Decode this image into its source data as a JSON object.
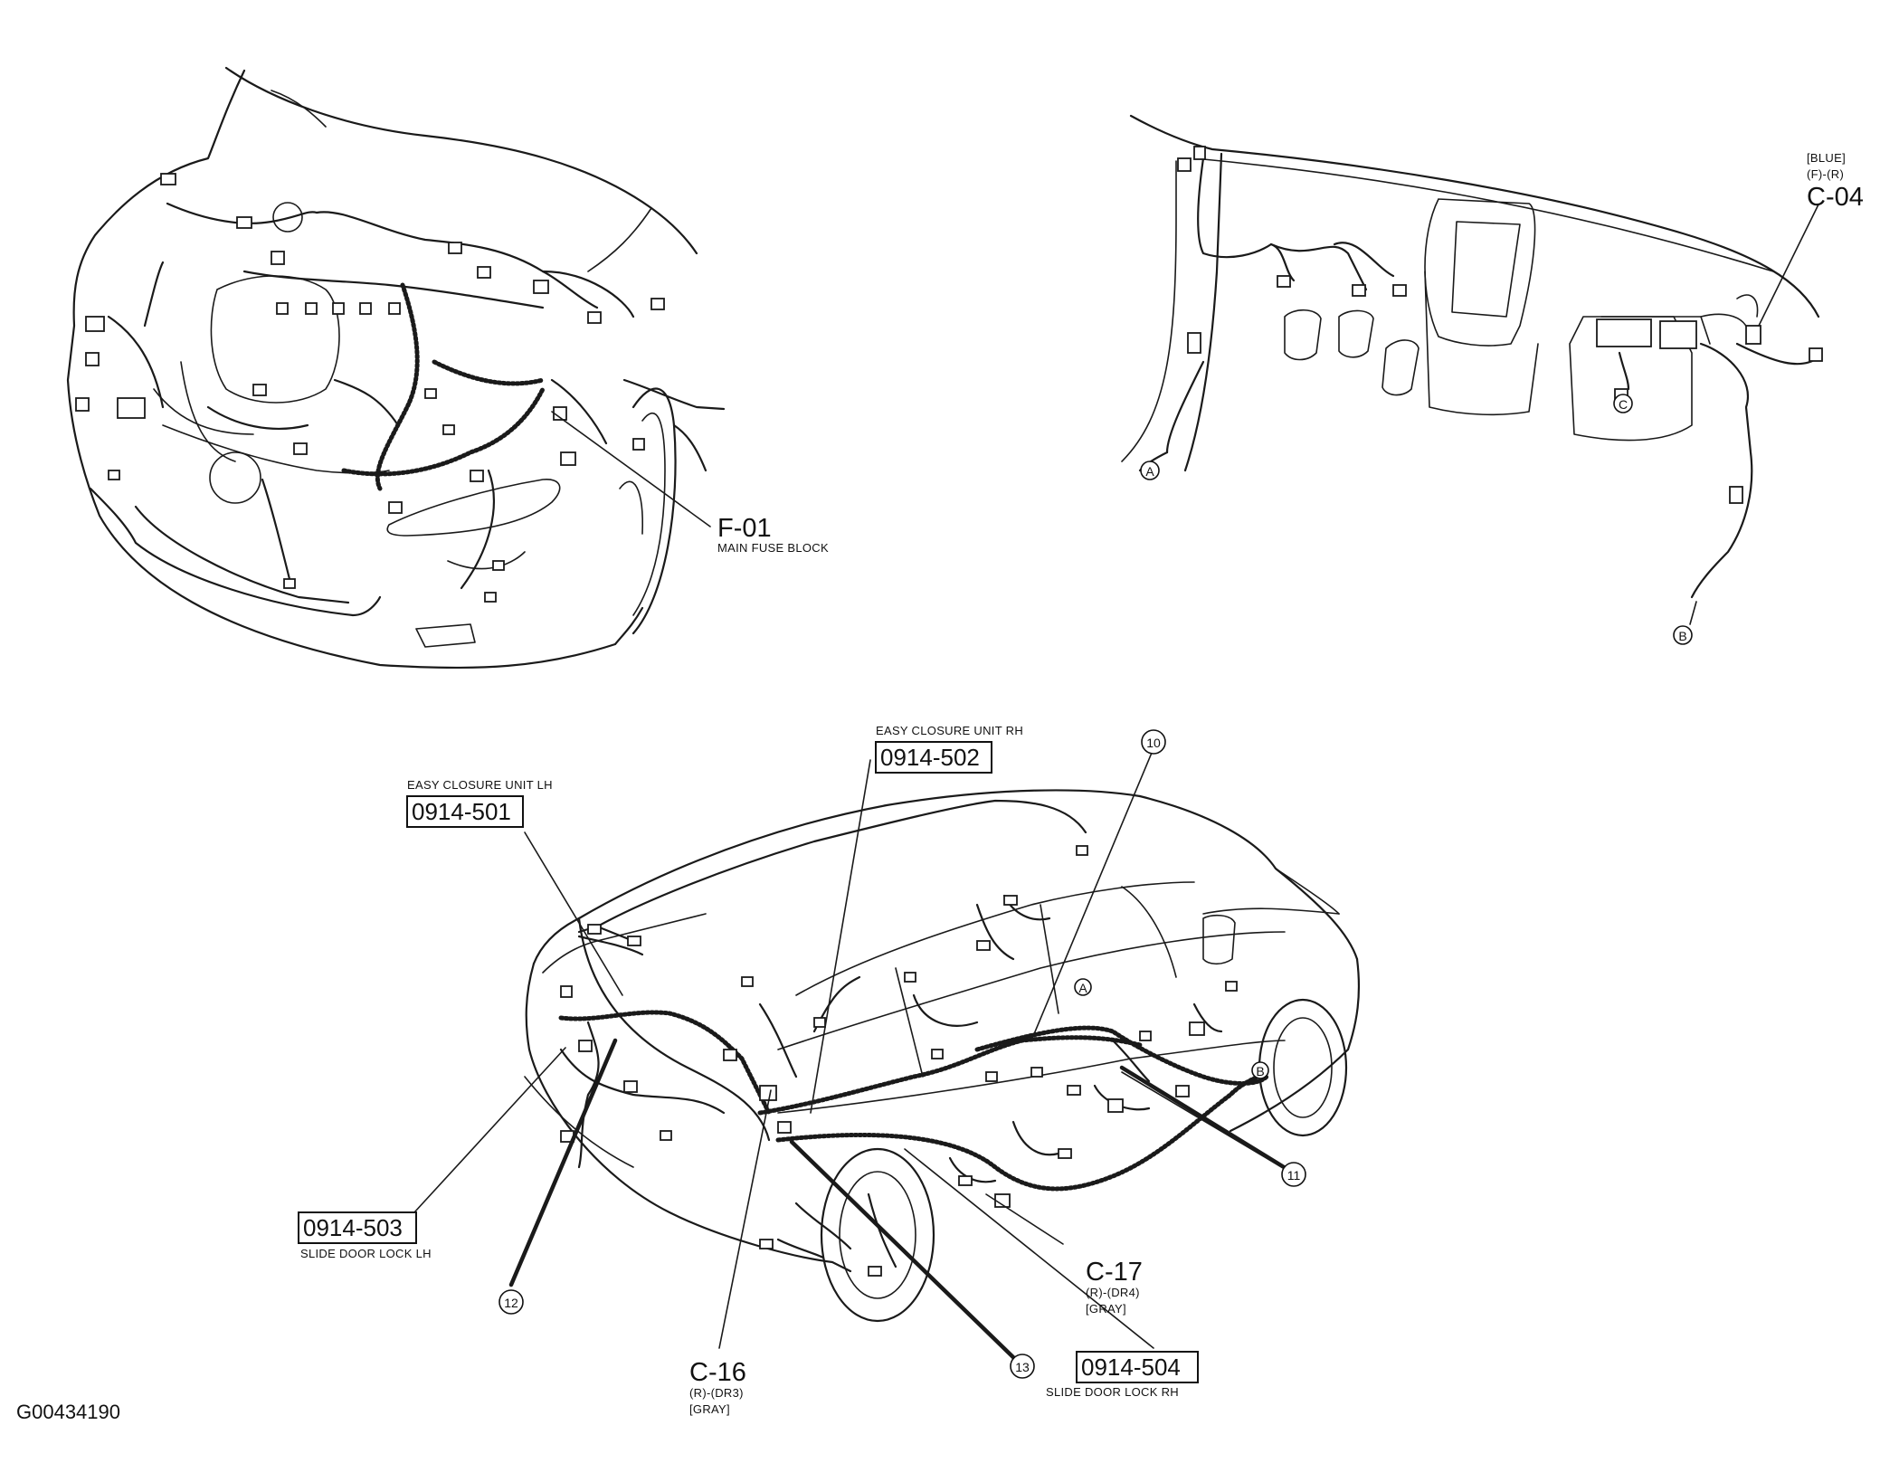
{
  "labels": {
    "f01": {
      "code": "F-01",
      "desc": "MAIN FUSE BLOCK"
    },
    "c04": {
      "color": "[BLUE]",
      "route": "(F)-(R)",
      "code": "C-04"
    },
    "ecu_rh": {
      "desc": "EASY CLOSURE UNIT RH",
      "code": "0914-502"
    },
    "ecu_lh": {
      "desc": "EASY CLOSURE UNIT LH",
      "code": "0914-501"
    },
    "sdl_lh": {
      "code": "0914-503",
      "desc": "SLIDE DOOR LOCK LH"
    },
    "sdl_rh": {
      "code": "0914-504",
      "desc": "SLIDE DOOR LOCK RH"
    },
    "c16": {
      "code": "C-16",
      "route": "(R)-(DR3)",
      "color": "[GRAY]"
    },
    "c17": {
      "code": "C-17",
      "route": "(R)-(DR4)",
      "color": "[GRAY]"
    }
  },
  "callouts": {
    "n10": "10",
    "n11": "11",
    "n12": "12",
    "n13": "13",
    "a_top": "A",
    "b_top": "B",
    "c_top": "C",
    "a_car": "A",
    "b_car": "B"
  },
  "figure_id": "G00434190",
  "colors": {
    "ink": "#1a1a1a",
    "background": "#ffffff"
  }
}
